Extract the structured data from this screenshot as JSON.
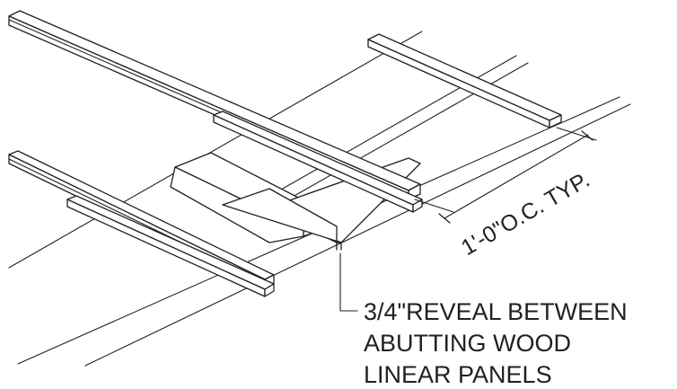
{
  "dimension_label": "1'-0\"O.C. TYP.",
  "note": {
    "lines": [
      "3/4\"REVEAL BETWEEN",
      "ABUTTING WOOD",
      "LINEAR PANELS"
    ]
  }
}
